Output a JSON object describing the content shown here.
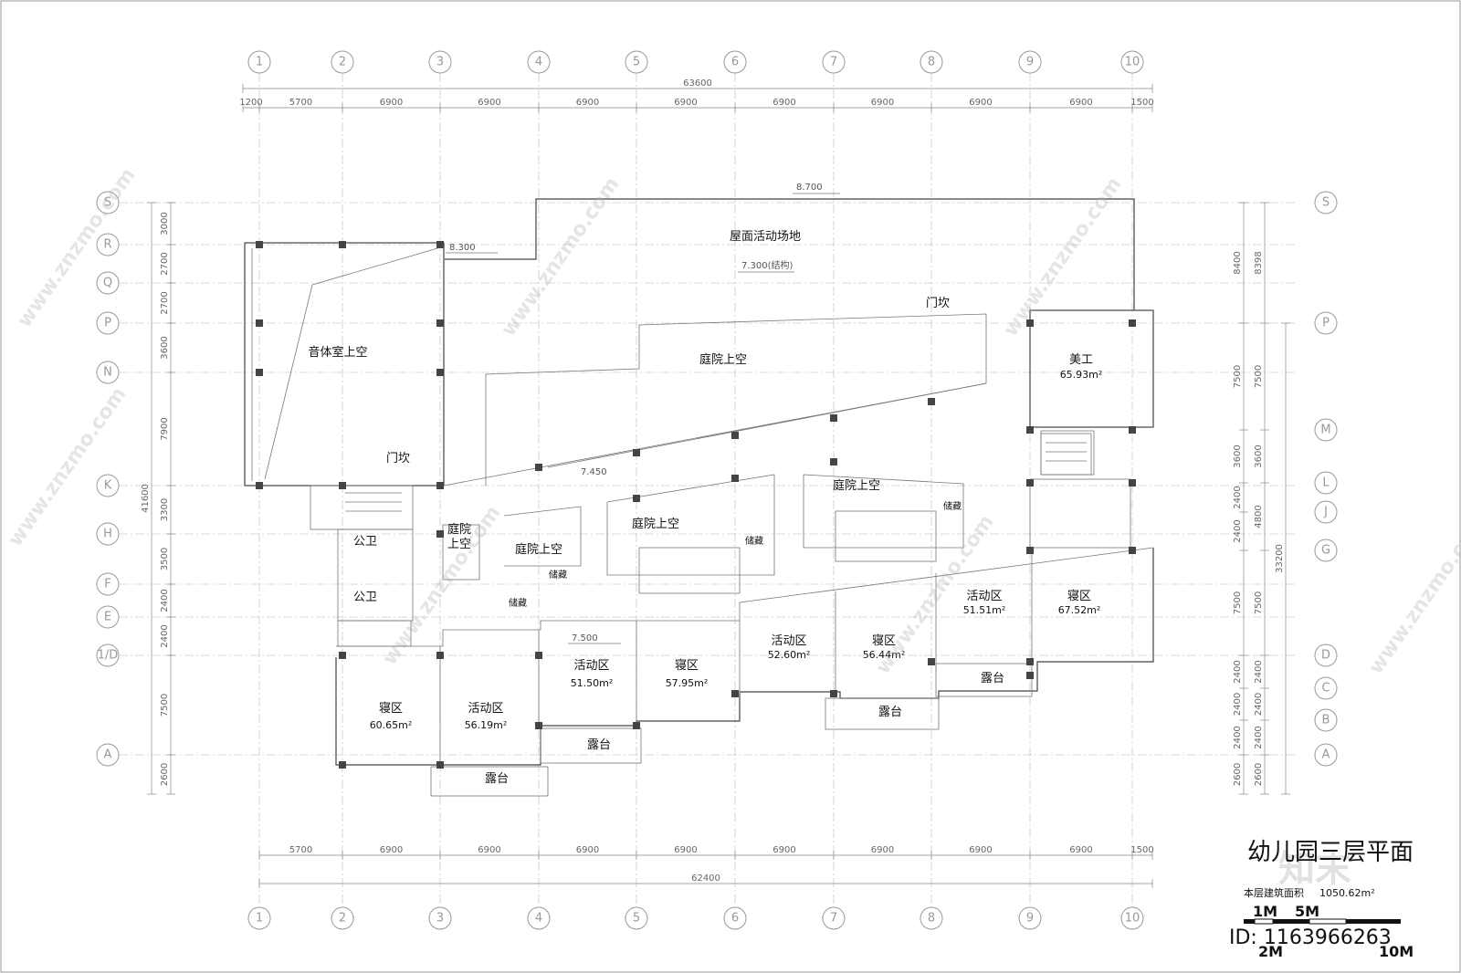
{
  "drawing": {
    "title": "幼儿园三层平面",
    "area_label": "本层建筑面积",
    "area_value": "1050.62m²",
    "scale_labels": [
      "1M",
      "5M",
      "2M",
      "10M"
    ],
    "id_label": "ID: 1163966263"
  },
  "axes": {
    "x_top": [
      "1",
      "2",
      "3",
      "4",
      "5",
      "6",
      "7",
      "8",
      "9",
      "10"
    ],
    "x_bottom": [
      "1",
      "2",
      "3",
      "4",
      "5",
      "6",
      "7",
      "8",
      "9",
      "10"
    ],
    "y_left": [
      "S",
      "R",
      "Q",
      "P",
      "N",
      "K",
      "H",
      "F",
      "E",
      "1/D",
      "A"
    ],
    "y_right": [
      "S",
      "P",
      "M",
      "L",
      "J",
      "G",
      "D",
      "C",
      "B",
      "A"
    ]
  },
  "dimensions": {
    "top_total": "63600",
    "top_segments": [
      "1200",
      "5700",
      "6900",
      "6900",
      "6900",
      "6900",
      "6900",
      "6900",
      "6900",
      "6900",
      "1500"
    ],
    "bottom_total": "62400",
    "bottom_segments": [
      "5700",
      "6900",
      "6900",
      "6900",
      "6900",
      "6900",
      "6900",
      "6900",
      "6900",
      "1500"
    ],
    "left_total": "41600",
    "left_segments": [
      "3000",
      "2700",
      "2700",
      "3600",
      "7900",
      "3300",
      "3500",
      "2400",
      "2400",
      "7500",
      "2600"
    ],
    "right_outer": [
      "8400",
      "7500",
      "3600",
      "2400",
      "2400",
      "7500",
      "2400",
      "2400",
      "2400",
      "2600"
    ],
    "right_inner": [
      "8398",
      "7500",
      "3600",
      "4800",
      "7500",
      "2400",
      "2400",
      "2400",
      "2600"
    ],
    "right_total": "33200"
  },
  "elevations": [
    "8.700",
    "8.300",
    "7.300(结构)",
    "7.450",
    "7.500"
  ],
  "rooms": [
    {
      "name": "屋面活动场地",
      "area": ""
    },
    {
      "name": "音体室上空",
      "area": ""
    },
    {
      "name": "庭院上空",
      "area": ""
    },
    {
      "name": "美工",
      "area": "65.93m²"
    },
    {
      "name": "庭院上空",
      "area": ""
    },
    {
      "name": "庭院上空",
      "area": ""
    },
    {
      "name": "庭院上空",
      "area": ""
    },
    {
      "name": "庭院上空",
      "area": ""
    },
    {
      "name": "公卫",
      "area": ""
    },
    {
      "name": "公卫",
      "area": ""
    },
    {
      "name": "储藏",
      "area": ""
    },
    {
      "name": "储藏",
      "area": ""
    },
    {
      "name": "储藏",
      "area": ""
    },
    {
      "name": "储藏",
      "area": ""
    },
    {
      "name": "活动区",
      "area": "51.51m²"
    },
    {
      "name": "寝区",
      "area": "67.52m²"
    },
    {
      "name": "活动区",
      "area": "52.60m²"
    },
    {
      "name": "寝区",
      "area": "56.44m²"
    },
    {
      "name": "活动区",
      "area": "51.50m²"
    },
    {
      "name": "寝区",
      "area": "57.95m²"
    },
    {
      "name": "寝区",
      "area": "60.65m²"
    },
    {
      "name": "活动区",
      "area": "56.19m²"
    },
    {
      "name": "露台",
      "area": ""
    },
    {
      "name": "露台",
      "area": ""
    },
    {
      "name": "露台",
      "area": ""
    },
    {
      "name": "露台",
      "area": ""
    }
  ],
  "labels": {
    "threshold_1": "门坎",
    "threshold_2": "门坎",
    "courtyard_void_small": "庭院",
    "courtyard_void_small_2": "上空"
  },
  "watermarks": [
    "www.znzmo.com",
    "知末网",
    "知末"
  ]
}
